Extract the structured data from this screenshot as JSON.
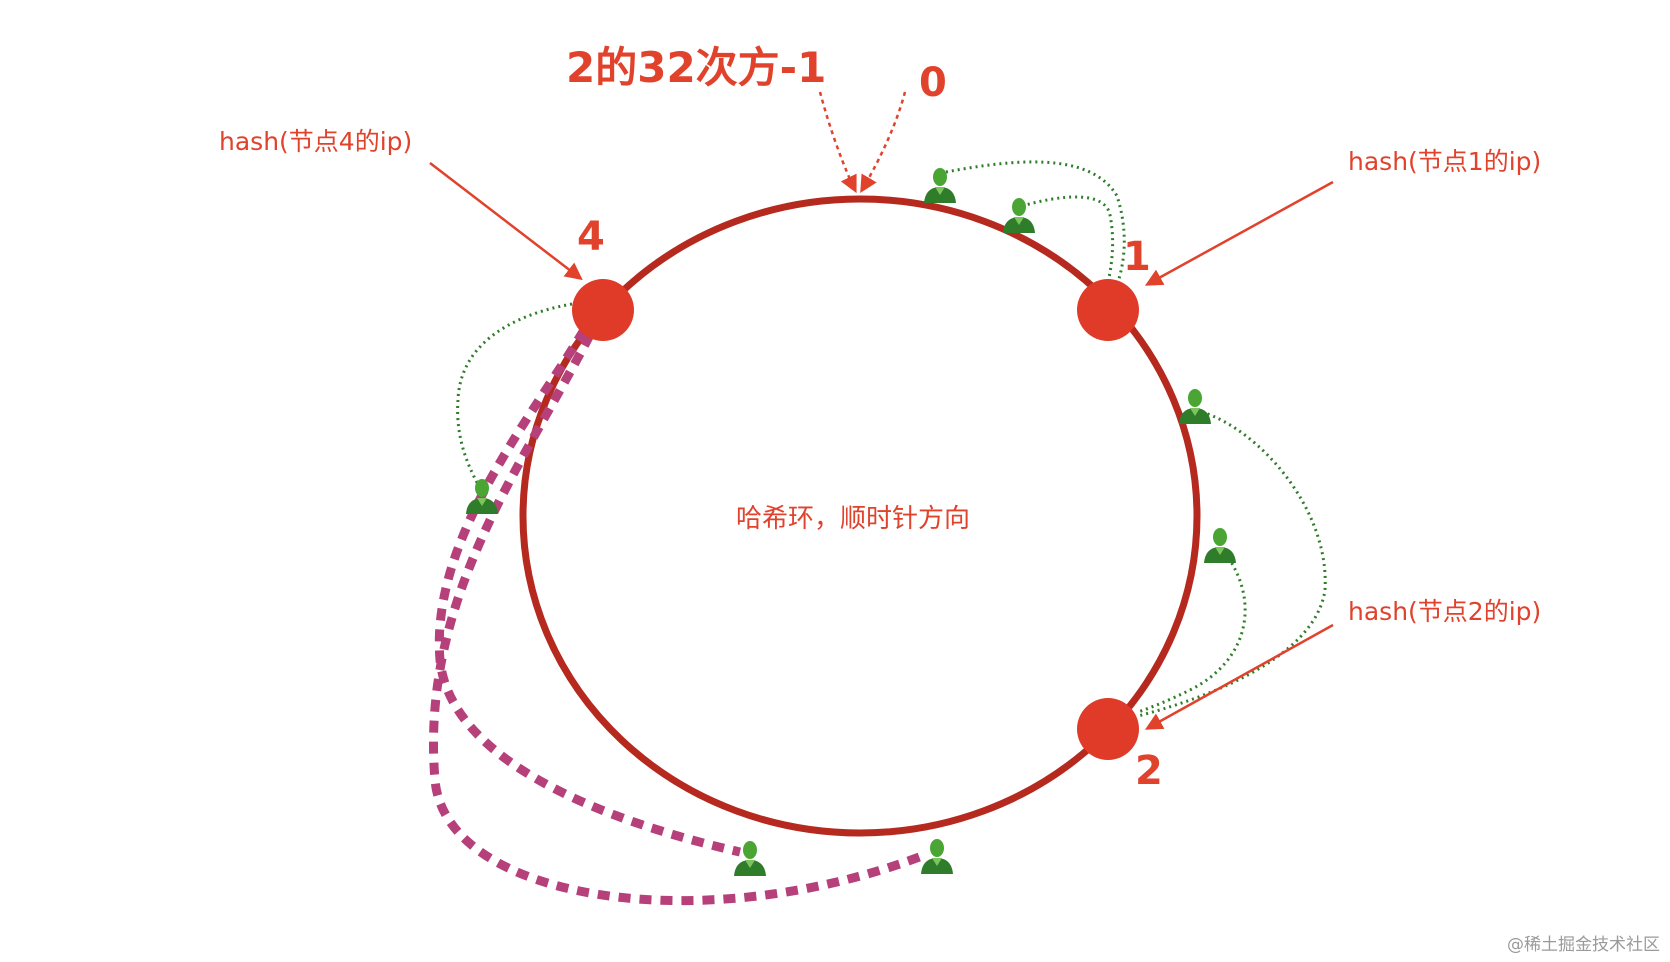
{
  "diagram": {
    "ring_label": "2的32次方-1",
    "zero_label": "0",
    "center_label": "哈希环，顺时针方向",
    "nodes": [
      {
        "id": "4",
        "label": "4",
        "hash_label": "hash(节点4的ip)"
      },
      {
        "id": "1",
        "label": "1",
        "hash_label": "hash(节点1的ip)"
      },
      {
        "id": "2",
        "label": "2",
        "hash_label": "hash(节点2的ip)"
      }
    ],
    "watermark": "@稀土掘金技术社区"
  },
  "colors": {
    "ring": "#b5291e",
    "node": "#e03a28",
    "label": "#e0422c",
    "client_link": "#2f7d2a",
    "failover_link": "#b5407a",
    "client_icon": "#3f9a2e"
  },
  "icons": [
    "user-icon"
  ]
}
